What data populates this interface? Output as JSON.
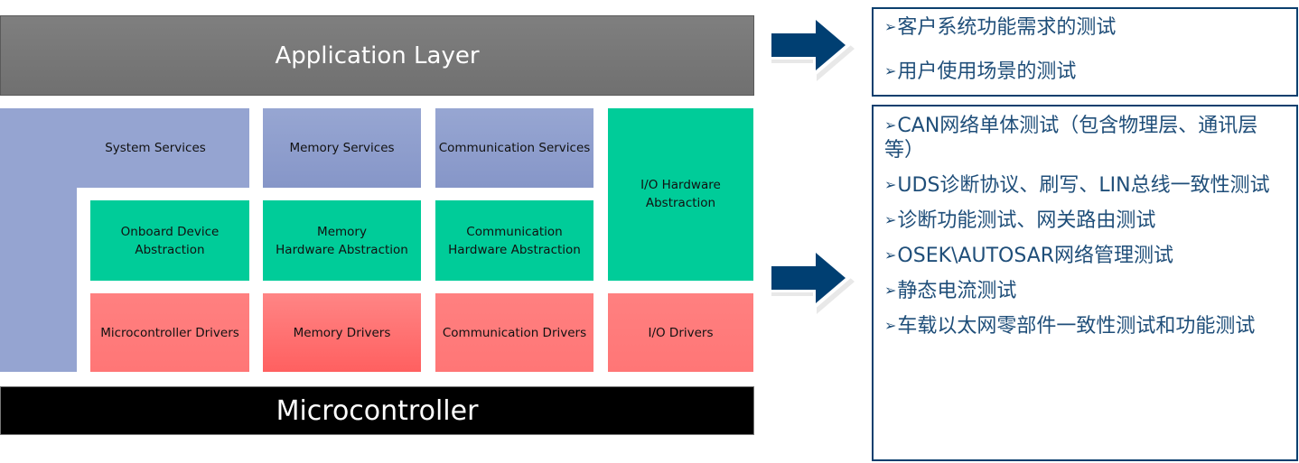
{
  "diagram": {
    "application_layer": "Application Layer",
    "microcontroller": "Microcontroller",
    "services": {
      "system": "System Services",
      "memory": "Memory Services",
      "communication": "Communication Services"
    },
    "abstraction": {
      "onboard_device": "Onboard Device\nAbstraction",
      "memory_hw": "Memory\nHardware Abstraction",
      "communication_hw": "Communication\nHardware Abstraction",
      "io_hw": "I/O Hardware\nAbstraction"
    },
    "drivers": {
      "microcontroller": "Microcontroller Drivers",
      "memory": "Memory Drivers",
      "communication": "Communication Drivers",
      "io": "I/O Drivers"
    },
    "colors": {
      "services": "#95a4d1",
      "abstraction": "#00cc99",
      "drivers": "#ff8080",
      "application": "#7f7f7f",
      "microcontroller": "#000000",
      "arrow": "#003f72",
      "box_border": "#0b3f6e",
      "box_text": "#1f4e79"
    }
  },
  "bullet_icon": "➢",
  "test_boxes": [
    {
      "items": [
        "客户系统功能需求的测试",
        "用户使用场景的测试"
      ]
    },
    {
      "items": [
        "CAN网络单体测试（包含物理层、通讯层等）",
        "UDS诊断协议、刷写、LIN总线一致性测试",
        "诊断功能测试、网关路由测试",
        "OSEK\\AUTOSAR网络管理测试",
        "静态电流测试",
        "车载以太网零部件一致性测试和功能测试"
      ]
    }
  ]
}
